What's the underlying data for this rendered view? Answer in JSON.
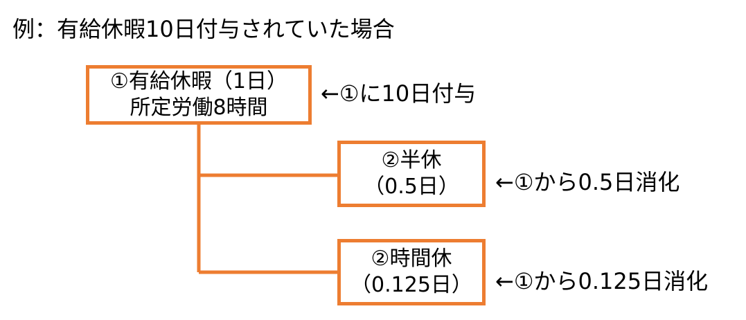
{
  "title": "例：有給休暇10日付与されていた場合",
  "colors": {
    "border": "#ED7D31",
    "text": "#000000",
    "background": "#FFFFFF"
  },
  "nodes": [
    {
      "line1": "①有給休暇（1日）",
      "line2": "所定労働8時間",
      "note": "←①に10日付与"
    },
    {
      "line1": "②半休",
      "line2": "（0.5日）",
      "note": "←①から0.5日消化"
    },
    {
      "line1": "②時間休",
      "line2": "（0.125日）",
      "note": "←①から0.125日消化"
    }
  ]
}
